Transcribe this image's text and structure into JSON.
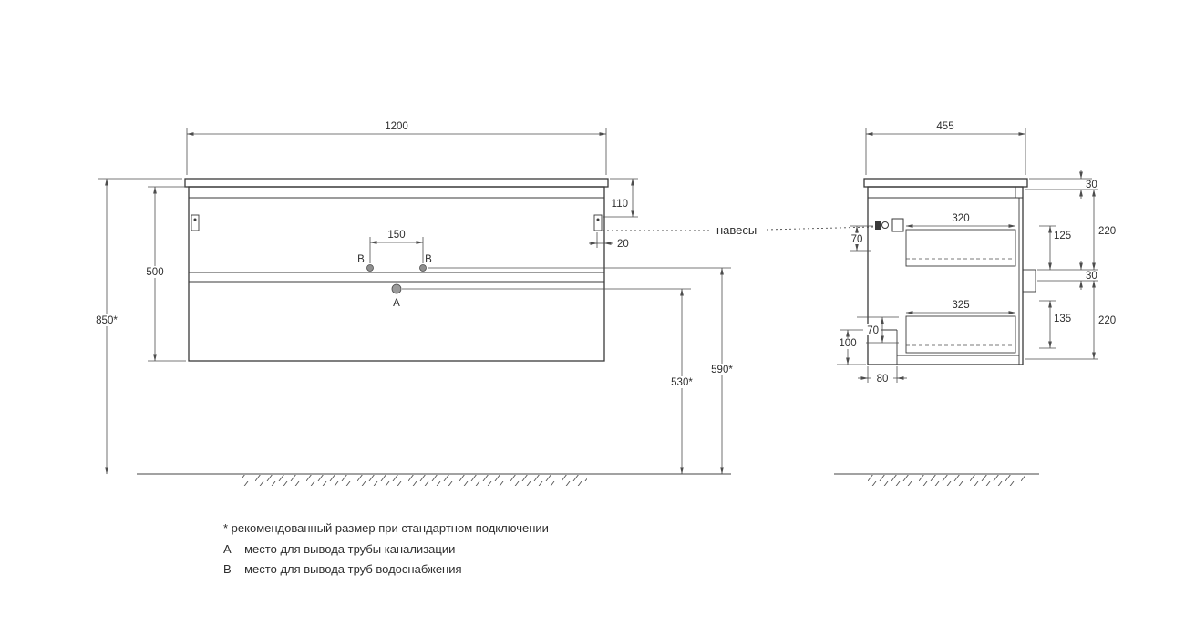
{
  "front": {
    "width": "1200",
    "hanger_drop": "110",
    "hanger_inset": "20",
    "faucet_spacing": "150",
    "body_height": "500",
    "total_height": "850*",
    "drain_height": "530*",
    "supply_height": "590*",
    "label_b_left": "B",
    "label_b_right": "B",
    "label_a": "A"
  },
  "side": {
    "depth": "455",
    "top_rail": "30",
    "drawer_depth_top": "320",
    "dim_125": "125",
    "drawer_front_top": "220",
    "dim_70_top": "70",
    "mid_rail": "30",
    "drawer_depth_bottom": "325",
    "dim_135": "135",
    "drawer_front_bottom": "220",
    "dim_100": "100",
    "dim_70_bottom": "70",
    "service_gap": "80"
  },
  "callouts": {
    "hangers": "навесы"
  },
  "footnotes": [
    "* рекомендованный размер при стандартном подключении",
    "А – место для вывода трубы канализации",
    "В – место для вывода труб водоснабжения"
  ]
}
